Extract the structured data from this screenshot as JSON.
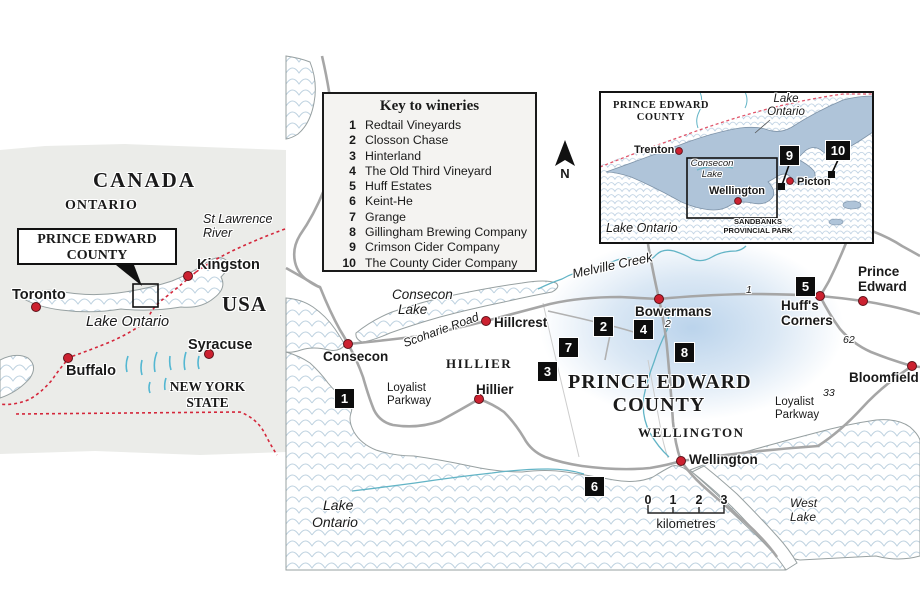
{
  "colors": {
    "accent_red": "#cc2130",
    "marker_black": "#0d0d0d",
    "inset_land": "#afc4d9",
    "water_line": "#bed2e0",
    "road_gray": "#a6a6a6",
    "locator_land": "#ebece9",
    "border_dash_red": "#d4263a",
    "creek_teal": "#62b4c6",
    "highlight_blue": "#a4c5e5"
  },
  "locator": {
    "country1": "CANADA",
    "province": "ONTARIO",
    "country2": "USA",
    "state_line1": "NEW YORK",
    "state_line2": "STATE",
    "box_line1": "PRINCE EDWARD",
    "box_line2": "COUNTY",
    "river_line1": "St Lawrence",
    "river_line2": "River",
    "lake": "Lake Ontario",
    "cities": {
      "toronto": "Toronto",
      "kingston": "Kingston",
      "buffalo": "Buffalo",
      "syracuse": "Syracuse"
    }
  },
  "key": {
    "title": "Key to wineries",
    "items": [
      {
        "num": "1",
        "name": "Redtail Vineyards"
      },
      {
        "num": "2",
        "name": "Closson Chase"
      },
      {
        "num": "3",
        "name": "Hinterland"
      },
      {
        "num": "4",
        "name": "The Old Third Vineyard"
      },
      {
        "num": "5",
        "name": "Huff Estates"
      },
      {
        "num": "6",
        "name": "Keint-He"
      },
      {
        "num": "7",
        "name": "Grange"
      },
      {
        "num": "8",
        "name": "Gillingham Brewing Company"
      },
      {
        "num": "9",
        "name": "Crimson Cider Company"
      },
      {
        "num": "10",
        "name": "The County Cider Company"
      }
    ]
  },
  "inset": {
    "county_line1": "PRINCE EDWARD",
    "county_line2": "COUNTY",
    "lake_top_line1": "Lake",
    "lake_top_line2": "Ontario",
    "lake_bottom": "Lake Ontario",
    "consecon_line1": "Consecon",
    "consecon_line2": "Lake",
    "park_line1": "SANDBANKS",
    "park_line2": "PROVINCIAL PARK",
    "towns": {
      "trenton": "Trenton",
      "wellington": "Wellington",
      "picton": "Picton"
    },
    "markers": [
      {
        "num": "9"
      },
      {
        "num": "10"
      }
    ]
  },
  "main": {
    "county_line1": "PRINCE EDWARD",
    "county_line2": "COUNTY",
    "townships": {
      "hillier": "HILLIER",
      "wellington": "WELLINGTON"
    },
    "towns": {
      "consecon": "Consecon",
      "hillcrest": "Hillcrest",
      "hillier": "Hillier",
      "bowermans": "Bowermans",
      "wellington": "Wellington",
      "bloomfield": "Bloomfield",
      "huffs_line1": "Huff's",
      "huffs_line2": "Corners",
      "pe_line1": "Prince",
      "pe_line2": "Edward"
    },
    "roads": {
      "scoharie": "Scoharie Road",
      "loyalist_a_line1": "Loyalist",
      "loyalist_a_line2": "Parkway",
      "loyalist_b_line1": "Loyalist",
      "loyalist_b_line2": "Parkway",
      "r1": "1",
      "r2": "2",
      "r62": "62",
      "r33": "33"
    },
    "water": {
      "lake_line1": "Lake",
      "lake_line2": "Ontario",
      "consecon_line1": "Consecon",
      "consecon_line2": "Lake",
      "melville": "Melville Creek",
      "west_line1": "West",
      "west_line2": "Lake"
    },
    "markers": [
      {
        "num": "1"
      },
      {
        "num": "2"
      },
      {
        "num": "3"
      },
      {
        "num": "4"
      },
      {
        "num": "5"
      },
      {
        "num": "6"
      },
      {
        "num": "7"
      },
      {
        "num": "8"
      }
    ],
    "scale": {
      "t0": "0",
      "t1": "1",
      "t2": "2",
      "t3": "3",
      "unit": "kilometres"
    },
    "north": "N"
  }
}
